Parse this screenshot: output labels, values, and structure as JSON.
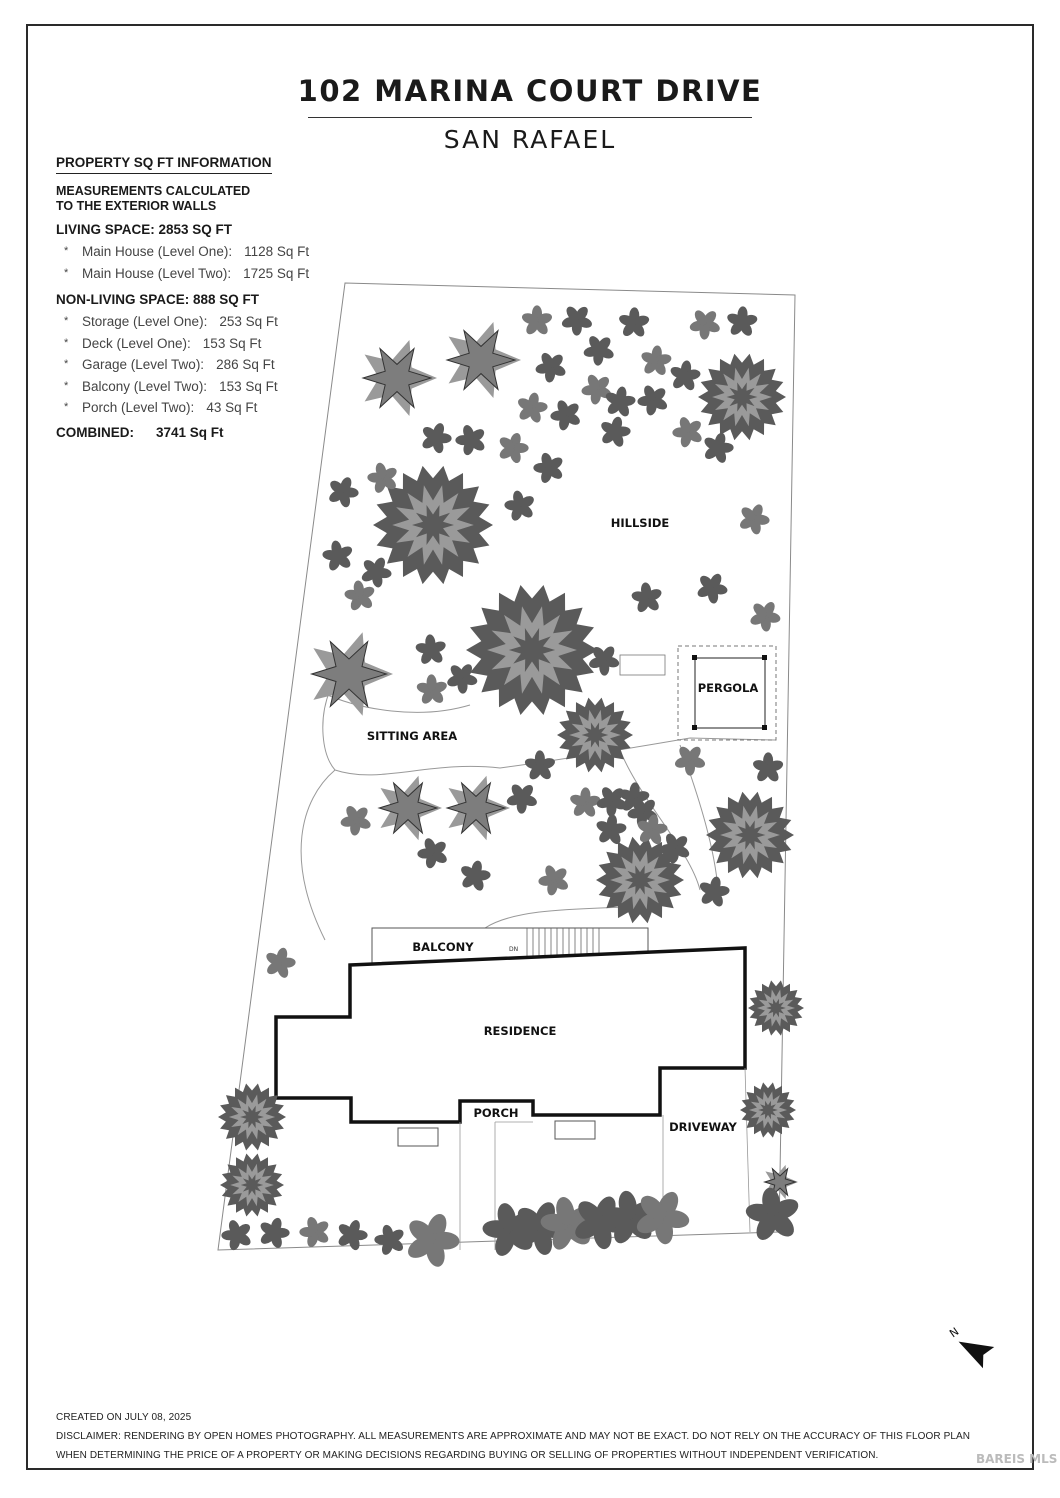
{
  "header": {
    "title": "102 MARINA COURT DRIVE",
    "subtitle": "SAN RAFAEL"
  },
  "info": {
    "heading": "PROPERTY SQ FT INFORMATION",
    "note_line1": "MEASUREMENTS CALCULATED",
    "note_line2": "TO THE EXTERIOR WALLS",
    "living_heading": "LIVING SPACE: 2853 SQ FT",
    "living_items": [
      {
        "label": "Main House (Level One):",
        "value": "1128 Sq Ft"
      },
      {
        "label": "Main House (Level Two):",
        "value": "1725 Sq Ft"
      }
    ],
    "nonliving_heading": "NON-LIVING SPACE: 888 SQ FT",
    "nonliving_items": [
      {
        "label": "Storage (Level One):",
        "value": "253 Sq Ft"
      },
      {
        "label": "Deck (Level One):",
        "value": "153 Sq Ft"
      },
      {
        "label": "Garage (Level Two):",
        "value": "286 Sq Ft"
      },
      {
        "label": "Balcony (Level Two):",
        "value": "153 Sq Ft"
      },
      {
        "label": "Porch (Level Two):",
        "value": "43 Sq Ft"
      }
    ],
    "bullet": "*",
    "combined_label": "COMBINED:",
    "combined_value": "3741 Sq Ft"
  },
  "plan": {
    "labels": {
      "hillside": "HILLSIDE",
      "pergola": "PERGOLA",
      "sitting_area": "SITTING AREA",
      "balcony": "BALCONY",
      "residence": "RESIDENCE",
      "porch": "PORCH",
      "driveway": "DRIVEWAY"
    },
    "stair_marker": "DN",
    "compass": "N"
  },
  "footer": {
    "created": "CREATED ON JULY 08, 2025",
    "disclaimer_line1": "DISCLAIMER: RENDERING BY OPEN HOMES PHOTOGRAPHY. ALL MEASUREMENTS ARE APPROXIMATE AND MAY NOT BE EXACT. DO NOT RELY ON THE ACCURACY OF THIS FLOOR PLAN",
    "disclaimer_line2": "WHEN DETERMINING THE PRICE OF A PROPERTY OR MAKING DECISIONS REGARDING BUYING OR SELLING OF PROPERTIES WITHOUT INDEPENDENT VERIFICATION."
  },
  "watermark": "BAREIS MLS",
  "colors": {
    "tree_dark": "#5a5a5a",
    "tree_light": "#9a9a9a",
    "wall": "#111111",
    "line": "#888888"
  }
}
